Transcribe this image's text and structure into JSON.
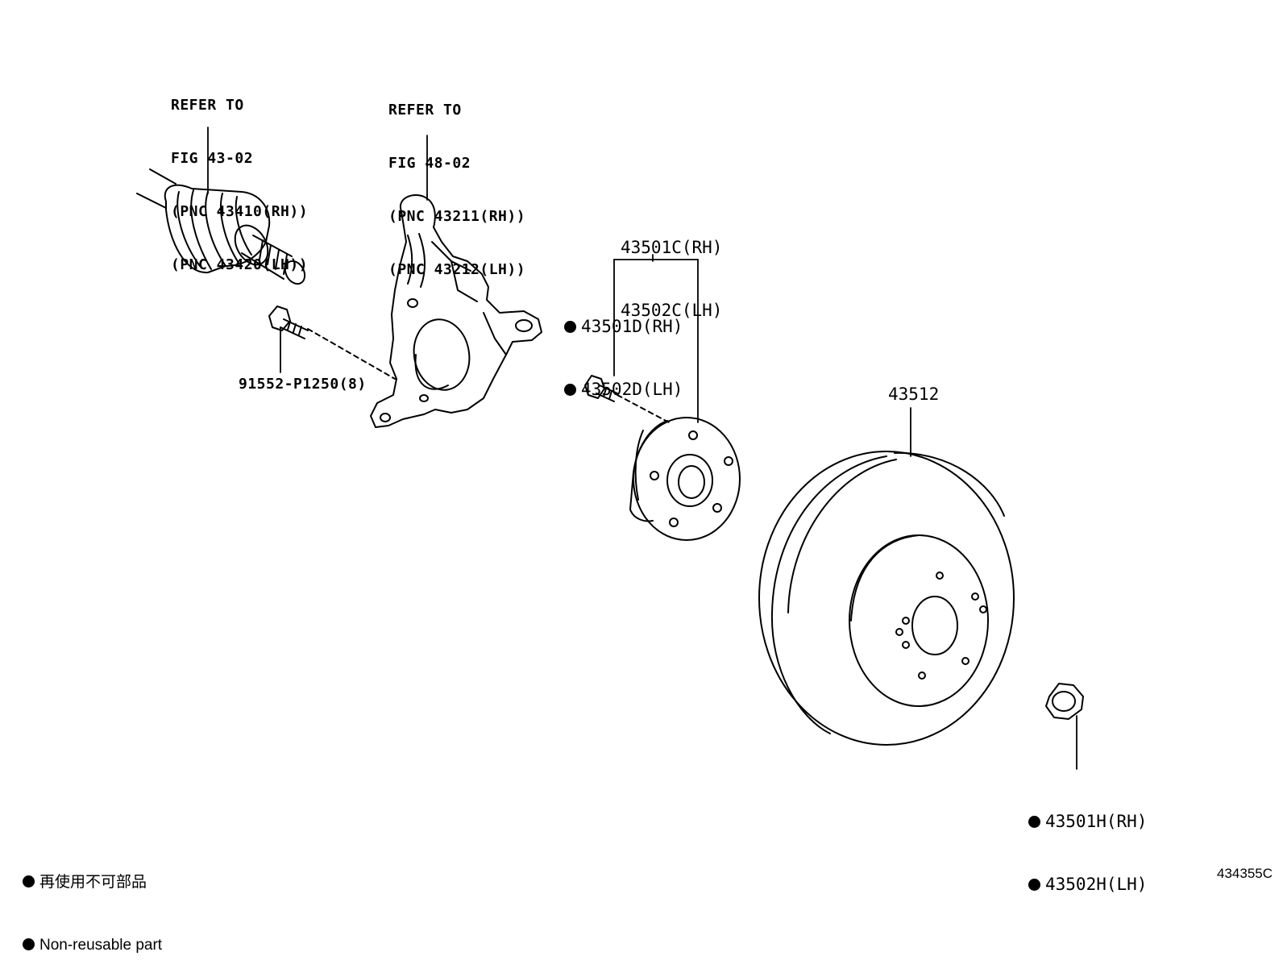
{
  "driveshaft_callout": {
    "line1": "REFER TO",
    "line2": "FIG 43-02",
    "line3": "(PNC 43410(RH))",
    "line4": "(PNC 43420(LH))"
  },
  "knuckle_callout": {
    "line1": "REFER TO",
    "line2": "FIG 48-02",
    "line3": "(PNC 43211(RH))",
    "line4": "(PNC 43212(LH))"
  },
  "knuckle_bolt": {
    "label": "91552-P1250(8)"
  },
  "hub_assembly": {
    "rh": "43501C(RH)",
    "lh": "43502C(LH)"
  },
  "hub_bolt": {
    "rh": "43501D(RH)",
    "lh": "43502D(LH)"
  },
  "disc": {
    "label": "43512"
  },
  "hub_nut": {
    "rh": "43501H(RH)",
    "lh": "43502H(LH)"
  },
  "legend": {
    "line_jp": "再使用不可部品",
    "line_en": "Non-reusable part"
  },
  "figure_id": "434355C"
}
